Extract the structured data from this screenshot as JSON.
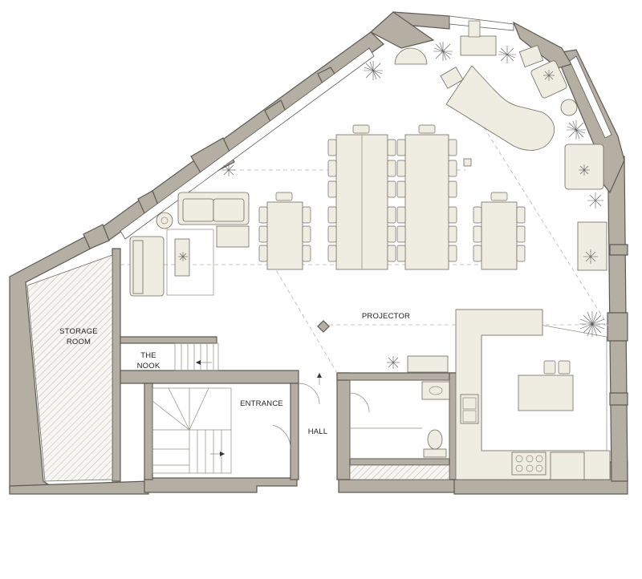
{
  "rooms": {
    "storage": [
      "STORAGE",
      "ROOM"
    ],
    "nook": [
      "THE",
      "NOOK"
    ],
    "entrance": "ENTRANCE",
    "hall": "HALL",
    "projector": "PROJECTOR"
  },
  "colors": {
    "wall": "#b4aea3",
    "furniture": "#efece1",
    "line": "#5e5a53",
    "background": "#ffffff"
  }
}
